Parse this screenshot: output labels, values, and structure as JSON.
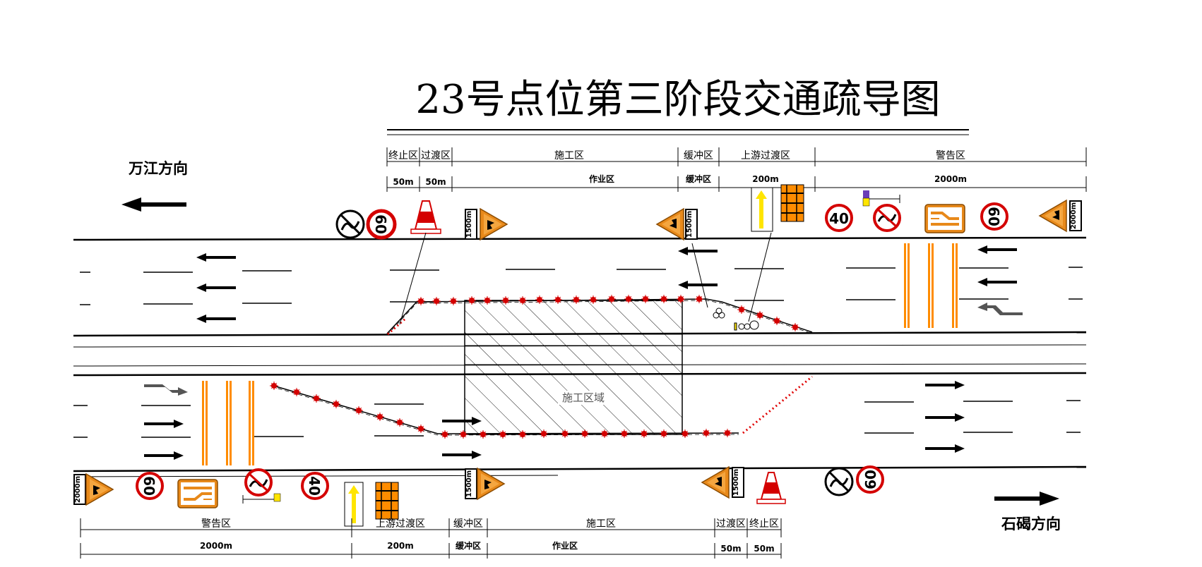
{
  "title": "23号点位第三阶段交通疏导图",
  "direction_left": "万江方向",
  "direction_right": "石碣方向",
  "work_area_label": "施工区域",
  "top_zones": [
    "终止区",
    "过渡区",
    "施工区",
    "缓冲区",
    "上游过渡区",
    "警告区"
  ],
  "top_distances": [
    "50m",
    "50m",
    "作业区",
    "缓冲区",
    "200m",
    "2000m"
  ],
  "bottom_zones": [
    "警告区",
    "上游过渡区",
    "缓冲区",
    "施工区",
    "过渡区",
    "终止区"
  ],
  "bottom_distances": [
    "2000m",
    "200m",
    "缓冲区",
    "作业区",
    "50m",
    "50m"
  ],
  "signs": {
    "speed_60": "60",
    "speed_40": "40",
    "distance_sign": "2000m",
    "distance_sign_small": "1500m"
  },
  "colors": {
    "arrow_cone": "#d40000",
    "warning_orange": "#e8891a",
    "line_black": "#000000",
    "barrel_orange": "#ff8c00",
    "dotted_taper": "#e00000"
  }
}
